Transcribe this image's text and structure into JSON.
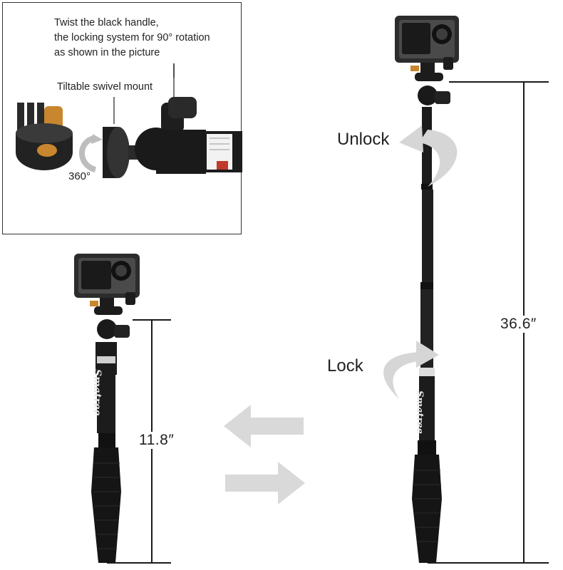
{
  "inset": {
    "caption_lines": [
      "Twist the black handle,",
      "the locking system for 90° rotation",
      "as shown in the picture"
    ],
    "mount_label": "Tiltable swivel mount",
    "rotation_label": "360°"
  },
  "labels": {
    "unlock": "Unlock",
    "lock": "Lock",
    "length_extended": "36.6″",
    "length_collapsed": "11.8″",
    "brand": "Smatree"
  },
  "colors": {
    "pole": "#1c1c1c",
    "arrow_gray": "#d9d9d9",
    "brass": "#c8862e",
    "label_red": "#c0392b"
  },
  "icons": [
    "curved-arrow-unlock-icon",
    "curved-arrow-lock-icon",
    "arrow-left-icon",
    "arrow-right-icon",
    "rotation-arrow-icon"
  ]
}
